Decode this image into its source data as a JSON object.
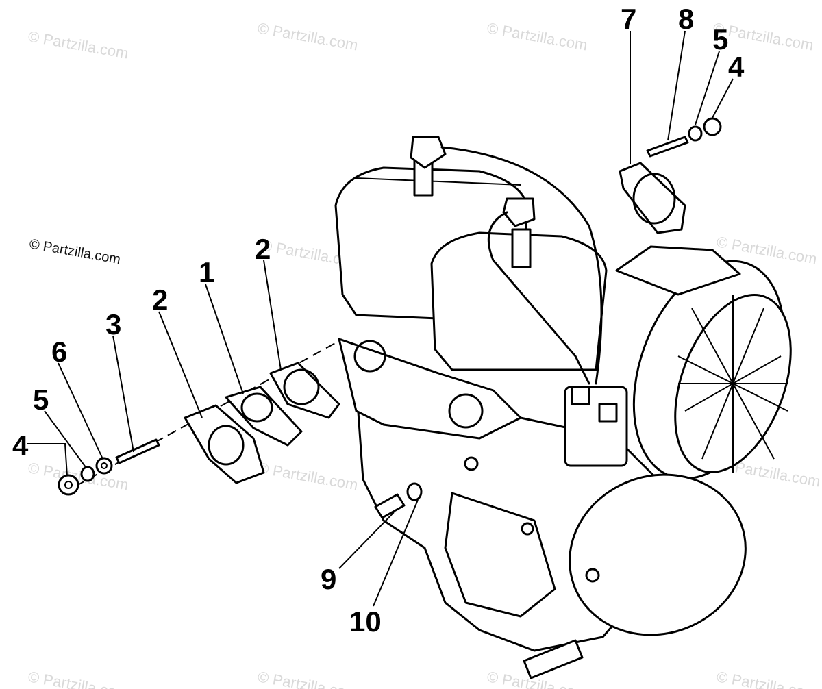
{
  "watermarks": {
    "light": "© Partzilla.com",
    "dark": "© Partzilla.com"
  },
  "callouts": {
    "c1": "1",
    "c2a": "2",
    "c2b": "2",
    "c3": "3",
    "c4a": "4",
    "c4b": "4",
    "c5a": "5",
    "c5b": "5",
    "c6": "6",
    "c7": "7",
    "c8": "8",
    "c9": "9",
    "c10": "10"
  }
}
